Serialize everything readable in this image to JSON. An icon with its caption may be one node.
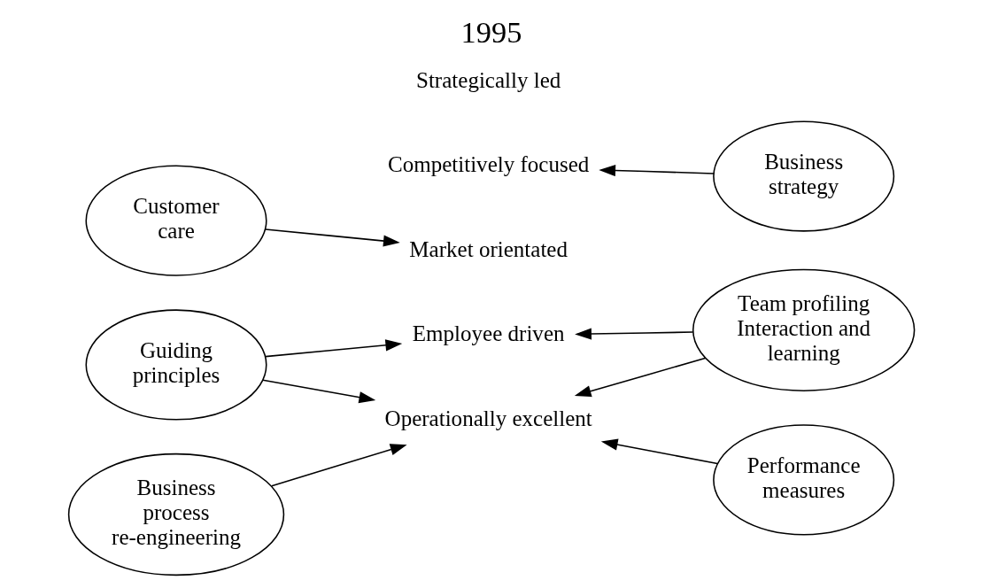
{
  "diagram": {
    "title": "1995",
    "nodes": [
      {
        "text": [
          "Customer care"
        ]
      },
      {
        "text": [
          "Strategically led"
        ]
      },
      {
        "text": [
          "Business strategy"
        ]
      },
      {
        "text": [
          "Competitively focused"
        ]
      },
      {
        "text": [
          "Guiding principles"
        ]
      },
      {
        "text": [
          "Market orientated"
        ]
      },
      {
        "text": [
          "Team profiling Interaction and learning"
        ]
      },
      {
        "text": [
          "Employee driven"
        ]
      },
      {
        "text": [
          "Business process re-engineering"
        ]
      },
      {
        "text": [
          "Operationally excellent"
        ]
      },
      {
        "text": [
          "Performance measures"
        ]
      }
    ],
    "edges": [
      {
        "from": 0,
        "to": 5,
        "arrow": "to"
      },
      {
        "from": 2,
        "to": 3,
        "arrow": "to"
      },
      {
        "from": 4,
        "to": 7,
        "arrow": "to"
      },
      {
        "from": 4,
        "to": 9,
        "arrow": "to"
      },
      {
        "from": 6,
        "to": 7,
        "arrow": "to"
      },
      {
        "from": 6,
        "to": 9,
        "arrow": "to"
      },
      {
        "from": 8,
        "to": 9,
        "arrow": "to"
      },
      {
        "from": 10,
        "to": 9,
        "arrow": "to"
      }
    ]
  }
}
